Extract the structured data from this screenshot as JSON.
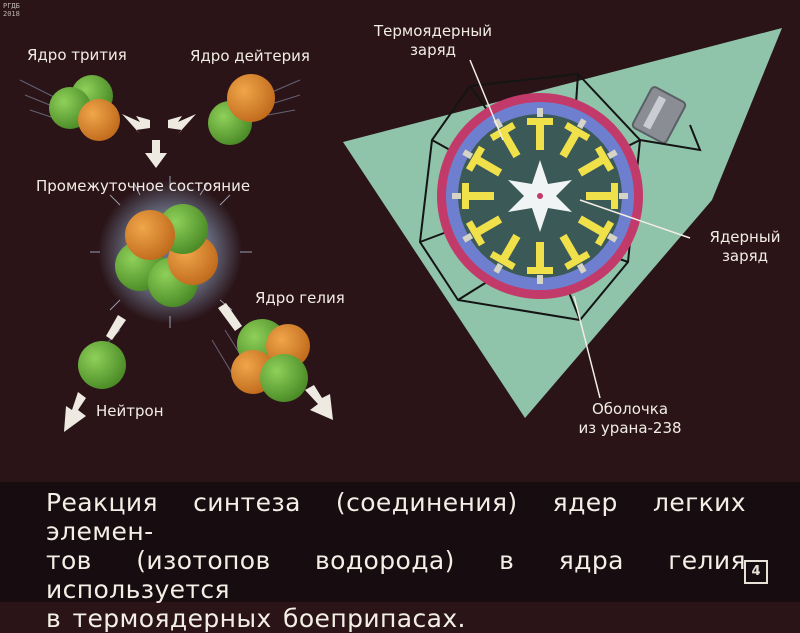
{
  "watermark": [
    "РГДБ",
    "2018"
  ],
  "labels": {
    "tritium": "Ядро трития",
    "deuterium": "Ядро дейтерия",
    "intermediate": "Промежуточное состояние",
    "helium": "Ядро гелия",
    "neutron": "Нейтрон",
    "thermonuclear_charge": [
      "Термоядерный",
      "заряд"
    ],
    "nuclear_charge": [
      "Ядерный",
      "заряд"
    ],
    "shell": [
      "Оболочка",
      "из урана-238"
    ]
  },
  "caption": {
    "lines": [
      "Реакция синтеза (соединения) ядер легких элемен-",
      "тов (изотопов водорода) в ядра гелия используется",
      "в термоядерных боеприпасах."
    ],
    "frame_number": "4"
  },
  "colors": {
    "background": "#2a1418",
    "caption_band": "#170c10",
    "proton": "#e08a2e",
    "neutron": "#6aa33a",
    "casing": "#8fc4aa",
    "uranium_ring": "#c23a6a",
    "blue_ring": "#6f7fcf",
    "core_zone": "#3b5a57",
    "explosive_lens": "#f0e04a",
    "text": "#f2ede4"
  }
}
